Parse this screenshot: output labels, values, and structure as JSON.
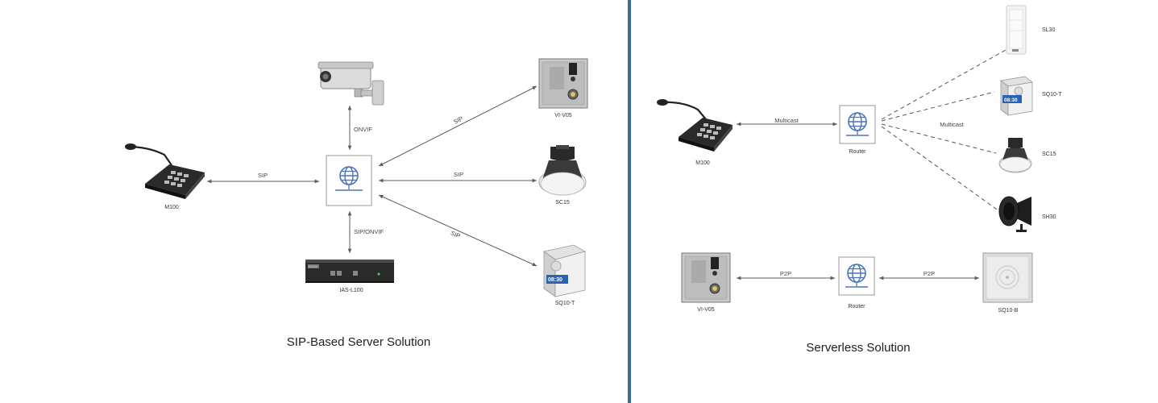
{
  "colors": {
    "divider": "#3a6d96",
    "edge": "#5a5a6a",
    "router_globe": "#4a74b8"
  },
  "sip_diagram": {
    "title": "SIP-Based Server Solution",
    "nodes": {
      "m100": "M100",
      "vi_v05": "VI-V05",
      "sc15": "SC15",
      "sq10_t": "SQ10-T",
      "ias_l100": "IAS-L100"
    },
    "edges": {
      "camera_router": "ONVIF",
      "m100_router": "SIP",
      "router_vi": "SIP",
      "router_sc15": "SIP",
      "router_sq10t": "SIP",
      "router_ias": "SIP/ONVIF"
    }
  },
  "serverless_diagram": {
    "title": "Serverless Solution",
    "nodes": {
      "m100": "M100",
      "router_top": "Router",
      "sl30": "SL30",
      "sq10_t": "SQ10-T",
      "sc15": "SC15",
      "sh30": "SH30",
      "vi_v05": "VI-V05",
      "router_bottom": "Router",
      "sq10_b": "SQ10-B"
    },
    "edges": {
      "m100_router": "Multicast",
      "router_fanout": "Multicast",
      "vi_router": "P2P",
      "router_sq10b": "P2P"
    }
  }
}
